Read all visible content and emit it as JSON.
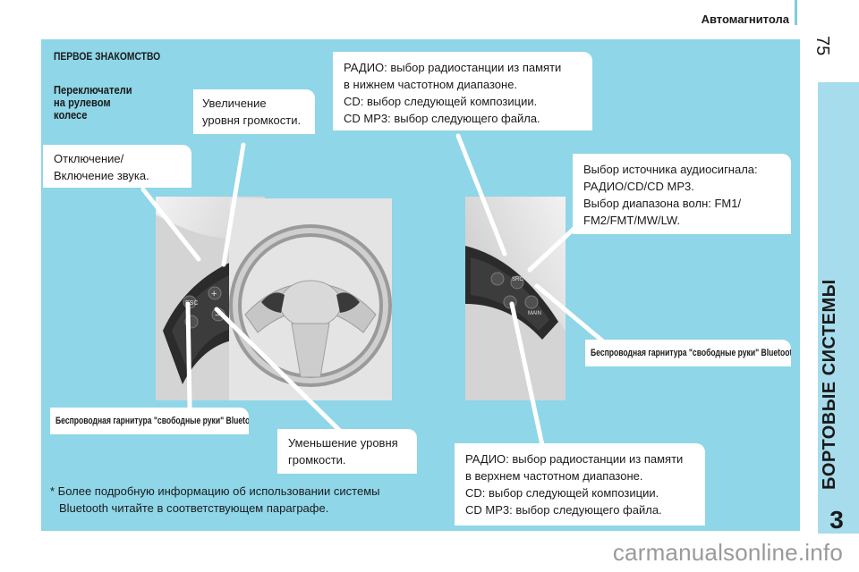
{
  "header": {
    "title": "Автомагнитола",
    "page_number": "75"
  },
  "side_tab": {
    "title": "БОРТОВЫЕ СИСТЕМЫ",
    "chapter": "3"
  },
  "section": {
    "title": "ПЕРВОЕ ЗНАКОМСТВО",
    "subtitle_lines": [
      "Переключатели",
      "на рулевом",
      "колесе"
    ]
  },
  "callouts": {
    "volume_up": [
      "Увеличение",
      "уровня громкости."
    ],
    "mute": [
      "Отключение/",
      "Включение звука."
    ],
    "radio_down": [
      "РАДИО: выбор радиостанции из памяти",
      "в нижнем частотном диапазоне.",
      "CD: выбор следующей композиции.",
      "CD MP3: выбор следующего файла."
    ],
    "source": [
      "Выбор источника аудиосигнала:",
      "РАДИО/CD/CD MP3.",
      "Выбор диапазона волн: FM1/",
      "FM2/FMT/MW/LW."
    ],
    "bluetooth_right": "Беспроводная гарнитура \"свободные руки\" Bluetooth*.",
    "bluetooth_left": "Беспроводная гарнитура \"свободные руки\" Bluetooth*.",
    "volume_down": [
      "Уменьшение уровня",
      "громкости."
    ],
    "radio_up": [
      "РАДИО: выбор радиостанции из памяти",
      "в верхнем частотном диапазоне.",
      "CD: выбор следующей композиции.",
      "CD MP3: выбор следующего файла."
    ]
  },
  "footnote": [
    "* Более подробную информацию об использовании системы",
    "Bluetooth читайте в соответствующем параграфе."
  ],
  "buttons": {
    "esc": "ESC",
    "src_ok": "SRC OK",
    "main": "MAIN",
    "plus": "+",
    "minus": "−"
  },
  "watermark": "carmanualsonline.info",
  "colors": {
    "panel": "#8ed6e8",
    "side_tab": "#a6dcec",
    "accent_line": "#7fcce0"
  }
}
